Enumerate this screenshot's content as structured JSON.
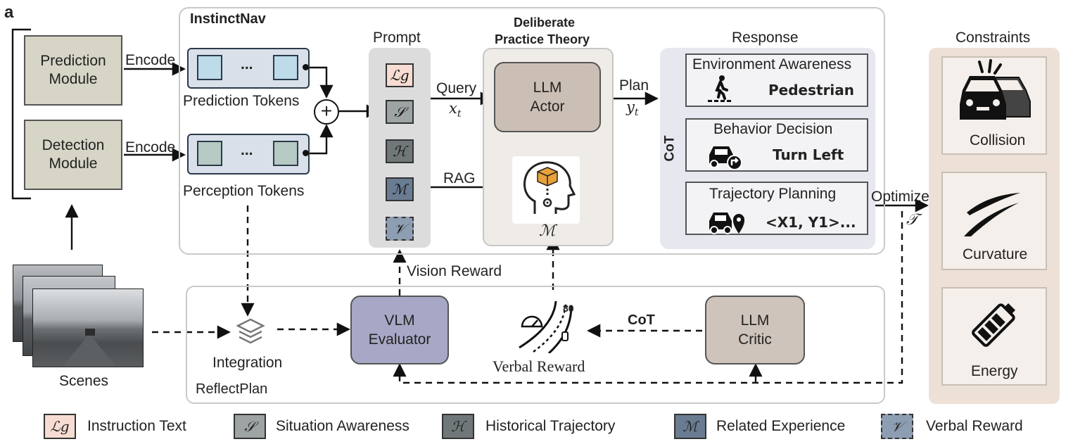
{
  "panel_label": "a",
  "instinctnav": {
    "title": "InstinctNav",
    "prediction_module": "Prediction Module",
    "detection_module": "Detection Module",
    "encode_top": "Encode",
    "encode_bottom": "Encode",
    "ellipsis_top": "...",
    "ellipsis_bottom": "...",
    "prediction_tokens": "Prediction Tokens",
    "perception_tokens": "Perception Tokens",
    "plus": "+"
  },
  "prompt": {
    "title": "Prompt",
    "symbols": [
      "ℒg",
      "𝒮",
      "ℋ",
      "ℳ",
      "𝒱"
    ]
  },
  "query": {
    "label": "Query",
    "var": "x",
    "sub": "t"
  },
  "deliberate": {
    "title_line1": "Deliberate",
    "title_line2": "Practice Theory",
    "actor_line1": "LLM",
    "actor_line2": "Actor",
    "memory_symbol": "ℳ"
  },
  "plan": {
    "label": "Plan",
    "var": "y",
    "sub": "t"
  },
  "rag_label": "RAG",
  "response": {
    "title": "Response",
    "cot_label": "CoT",
    "env_awareness": "Environment Awareness",
    "env_value": "Pedestrian",
    "behavior_decision": "Behavior Decision",
    "behavior_value": "Turn Left",
    "trajectory_planning": "Trajectory Planning",
    "trajectory_value": "<X1, Y1>..."
  },
  "optimize": {
    "label": "Optimize",
    "symbol": "𝒯"
  },
  "constraints": {
    "title": "Constraints",
    "items": [
      "Collision",
      "Curvature",
      "Energy"
    ]
  },
  "scenes_label": "Scenes",
  "reflectplan": {
    "title": "ReflectPlan",
    "integration": "Integration",
    "vision_reward": "Vision Reward",
    "vlm_line1": "VLM",
    "vlm_line2": "Evaluator",
    "verbal_reward": "Verbal Reward",
    "speed_value": "80",
    "cot_label": "CoT",
    "critic_line1": "LLM",
    "critic_line2": "Critic"
  },
  "legend": {
    "items": [
      {
        "symbol": "ℒg",
        "label": "Instruction Text"
      },
      {
        "symbol": "𝒮",
        "label": "Situation Awareness"
      },
      {
        "symbol": "ℋ",
        "label": "Historical Trajectory"
      },
      {
        "symbol": "ℳ",
        "label": "Related Experience"
      },
      {
        "symbol": "𝒱",
        "label": "Verbal Reward"
      }
    ]
  },
  "colors": {
    "module_fill": "#d7d5c6",
    "token_panel": "#d9e0ea",
    "token_blue": "#bddbe8",
    "token_green": "#b6c9c2",
    "prompt_panel": "#dcdcdc",
    "instruction_fill": "#f6dcd2",
    "situation_fill": "#9ea3a4",
    "history_fill": "#707779",
    "experience_fill": "#6a7c92",
    "verbal_fill": "#8e9eb2",
    "actor_fill": "#cbbfb5",
    "deliberate_panel": "#efebe7",
    "response_panel": "#e6e7ef",
    "vlm_fill": "#a7a8c6",
    "critic_fill": "#cfc4bb",
    "constraints_panel": "#ede1d7"
  }
}
